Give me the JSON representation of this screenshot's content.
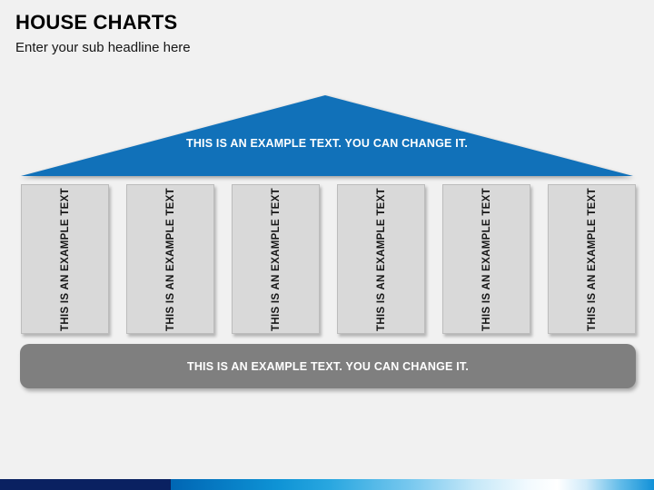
{
  "colors": {
    "background": "#f1f1f1",
    "roof_blue": "#1171b9",
    "pillar_fill": "#d9d9d9",
    "pillar_border": "#bcbcbc",
    "base_gray": "#7f7f7f",
    "stripe_navy": "#0a2161",
    "stripe_blue_start": "#0066b4",
    "stripe_blue_bright": "#29a7e0",
    "stripe_blue_end": "#1191d8",
    "text_light": "#ffffff"
  },
  "header": {
    "title": "HOUSE CHARTS",
    "subtitle": "Enter your sub headline here"
  },
  "house": {
    "roof": {
      "label": "THIS IS AN EXAMPLE TEXT. YOU CAN CHANGE IT."
    },
    "pillars": [
      {
        "label": "THIS IS AN EXAMPLE TEXT"
      },
      {
        "label": "THIS IS AN EXAMPLE TEXT"
      },
      {
        "label": "THIS IS AN EXAMPLE TEXT"
      },
      {
        "label": "THIS IS AN EXAMPLE TEXT"
      },
      {
        "label": "THIS IS AN EXAMPLE TEXT"
      },
      {
        "label": "THIS IS AN EXAMPLE TEXT"
      }
    ],
    "base": {
      "label": "THIS IS AN EXAMPLE TEXT. YOU CAN CHANGE IT."
    }
  }
}
